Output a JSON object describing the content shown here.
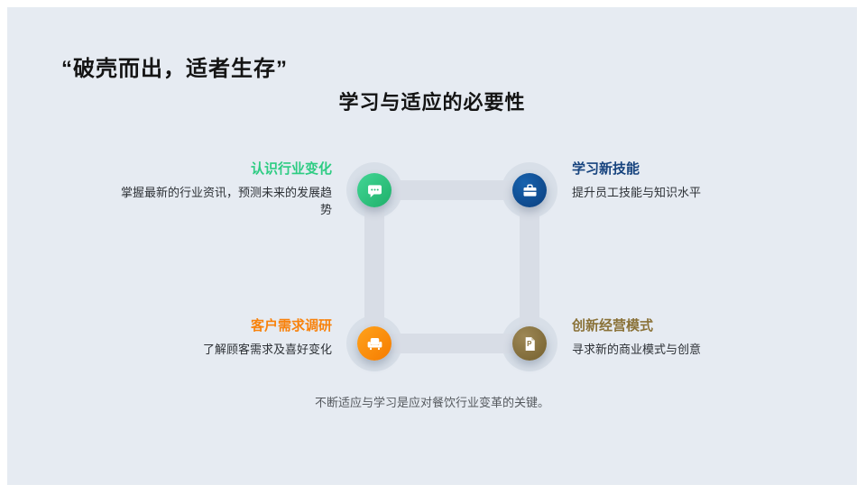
{
  "slide": {
    "title": "“破壳而出，适者生存”",
    "subtitle": "学习与适应的必要性",
    "caption": "不断适应与学习是应对餐饮行业变革的关键。",
    "background_color": "#e6ebf2",
    "connector_color": "#d8dde6"
  },
  "nodes": [
    {
      "title": "认识行业变化",
      "description": "掌握最新的行业资讯，预测未来的发展趋势",
      "color": "#2ecc83",
      "icon": "chat-bubble-icon",
      "position": "top-left"
    },
    {
      "title": "学习新技能",
      "description": "提升员工技能与知识水平",
      "color": "#16437e",
      "icon": "briefcase-icon",
      "position": "top-right"
    },
    {
      "title": "客户需求调研",
      "description": "了解顾客需求及喜好变化",
      "color": "#f8820c",
      "icon": "armchair-icon",
      "position": "bottom-left"
    },
    {
      "title": "创新经营模式",
      "description": "寻求新的商业模式与创意",
      "color": "#8a7238",
      "icon": "document-icon",
      "position": "bottom-right"
    }
  ]
}
